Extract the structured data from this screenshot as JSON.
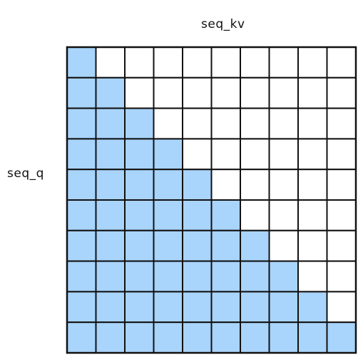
{
  "labels": {
    "columns": "seq_kv",
    "rows": "seq_q"
  },
  "mask": {
    "rows": 10,
    "cols": 10,
    "pattern": "lower-triangular",
    "filled_color": "#a9d4fb",
    "empty_color": "#ffffff",
    "border_color": "#111111"
  }
}
